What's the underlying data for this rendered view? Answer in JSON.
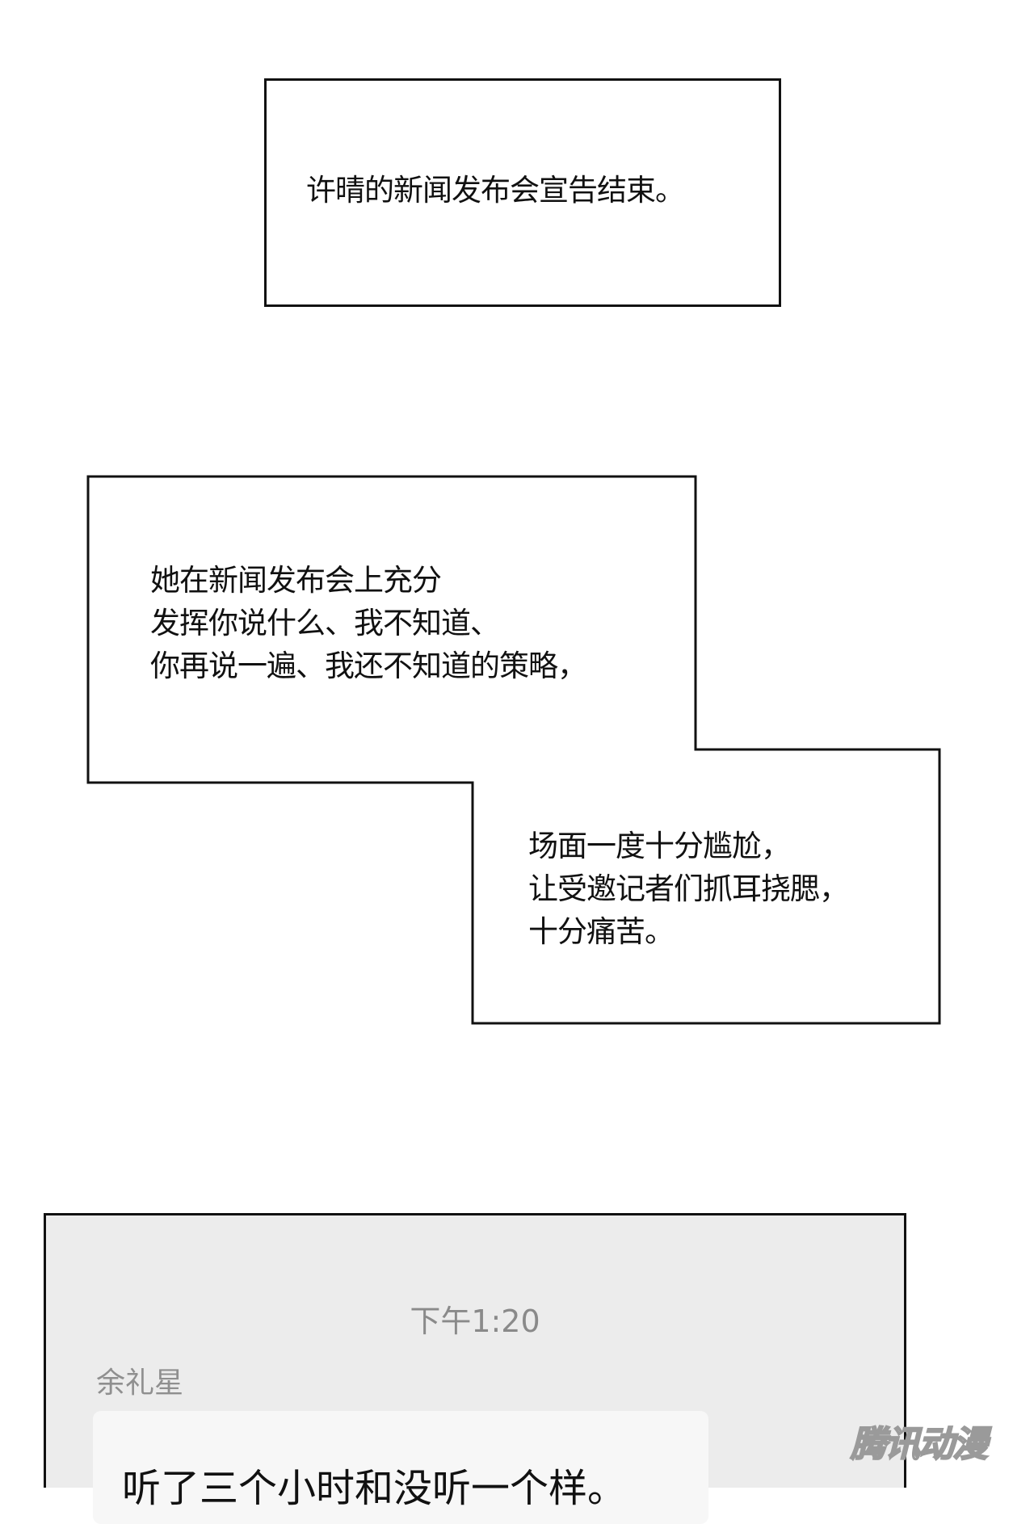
{
  "panel1": {
    "text": "许晴的新闻发布会宣告结束。"
  },
  "panel2": {
    "lines": [
      "她在新闻发布会上充分",
      "发挥你说什么、我不知道、",
      "你再说一遍、我还不知道的策略，"
    ]
  },
  "panel3": {
    "lines": [
      "场面一度十分尴尬，",
      "让受邀记者们抓耳挠腮，",
      "十分痛苦。"
    ]
  },
  "chat": {
    "time": "下午1:20",
    "sender": "余礼星",
    "message": "听了三个小时和没听一个样。"
  },
  "watermark": "腾讯动漫"
}
